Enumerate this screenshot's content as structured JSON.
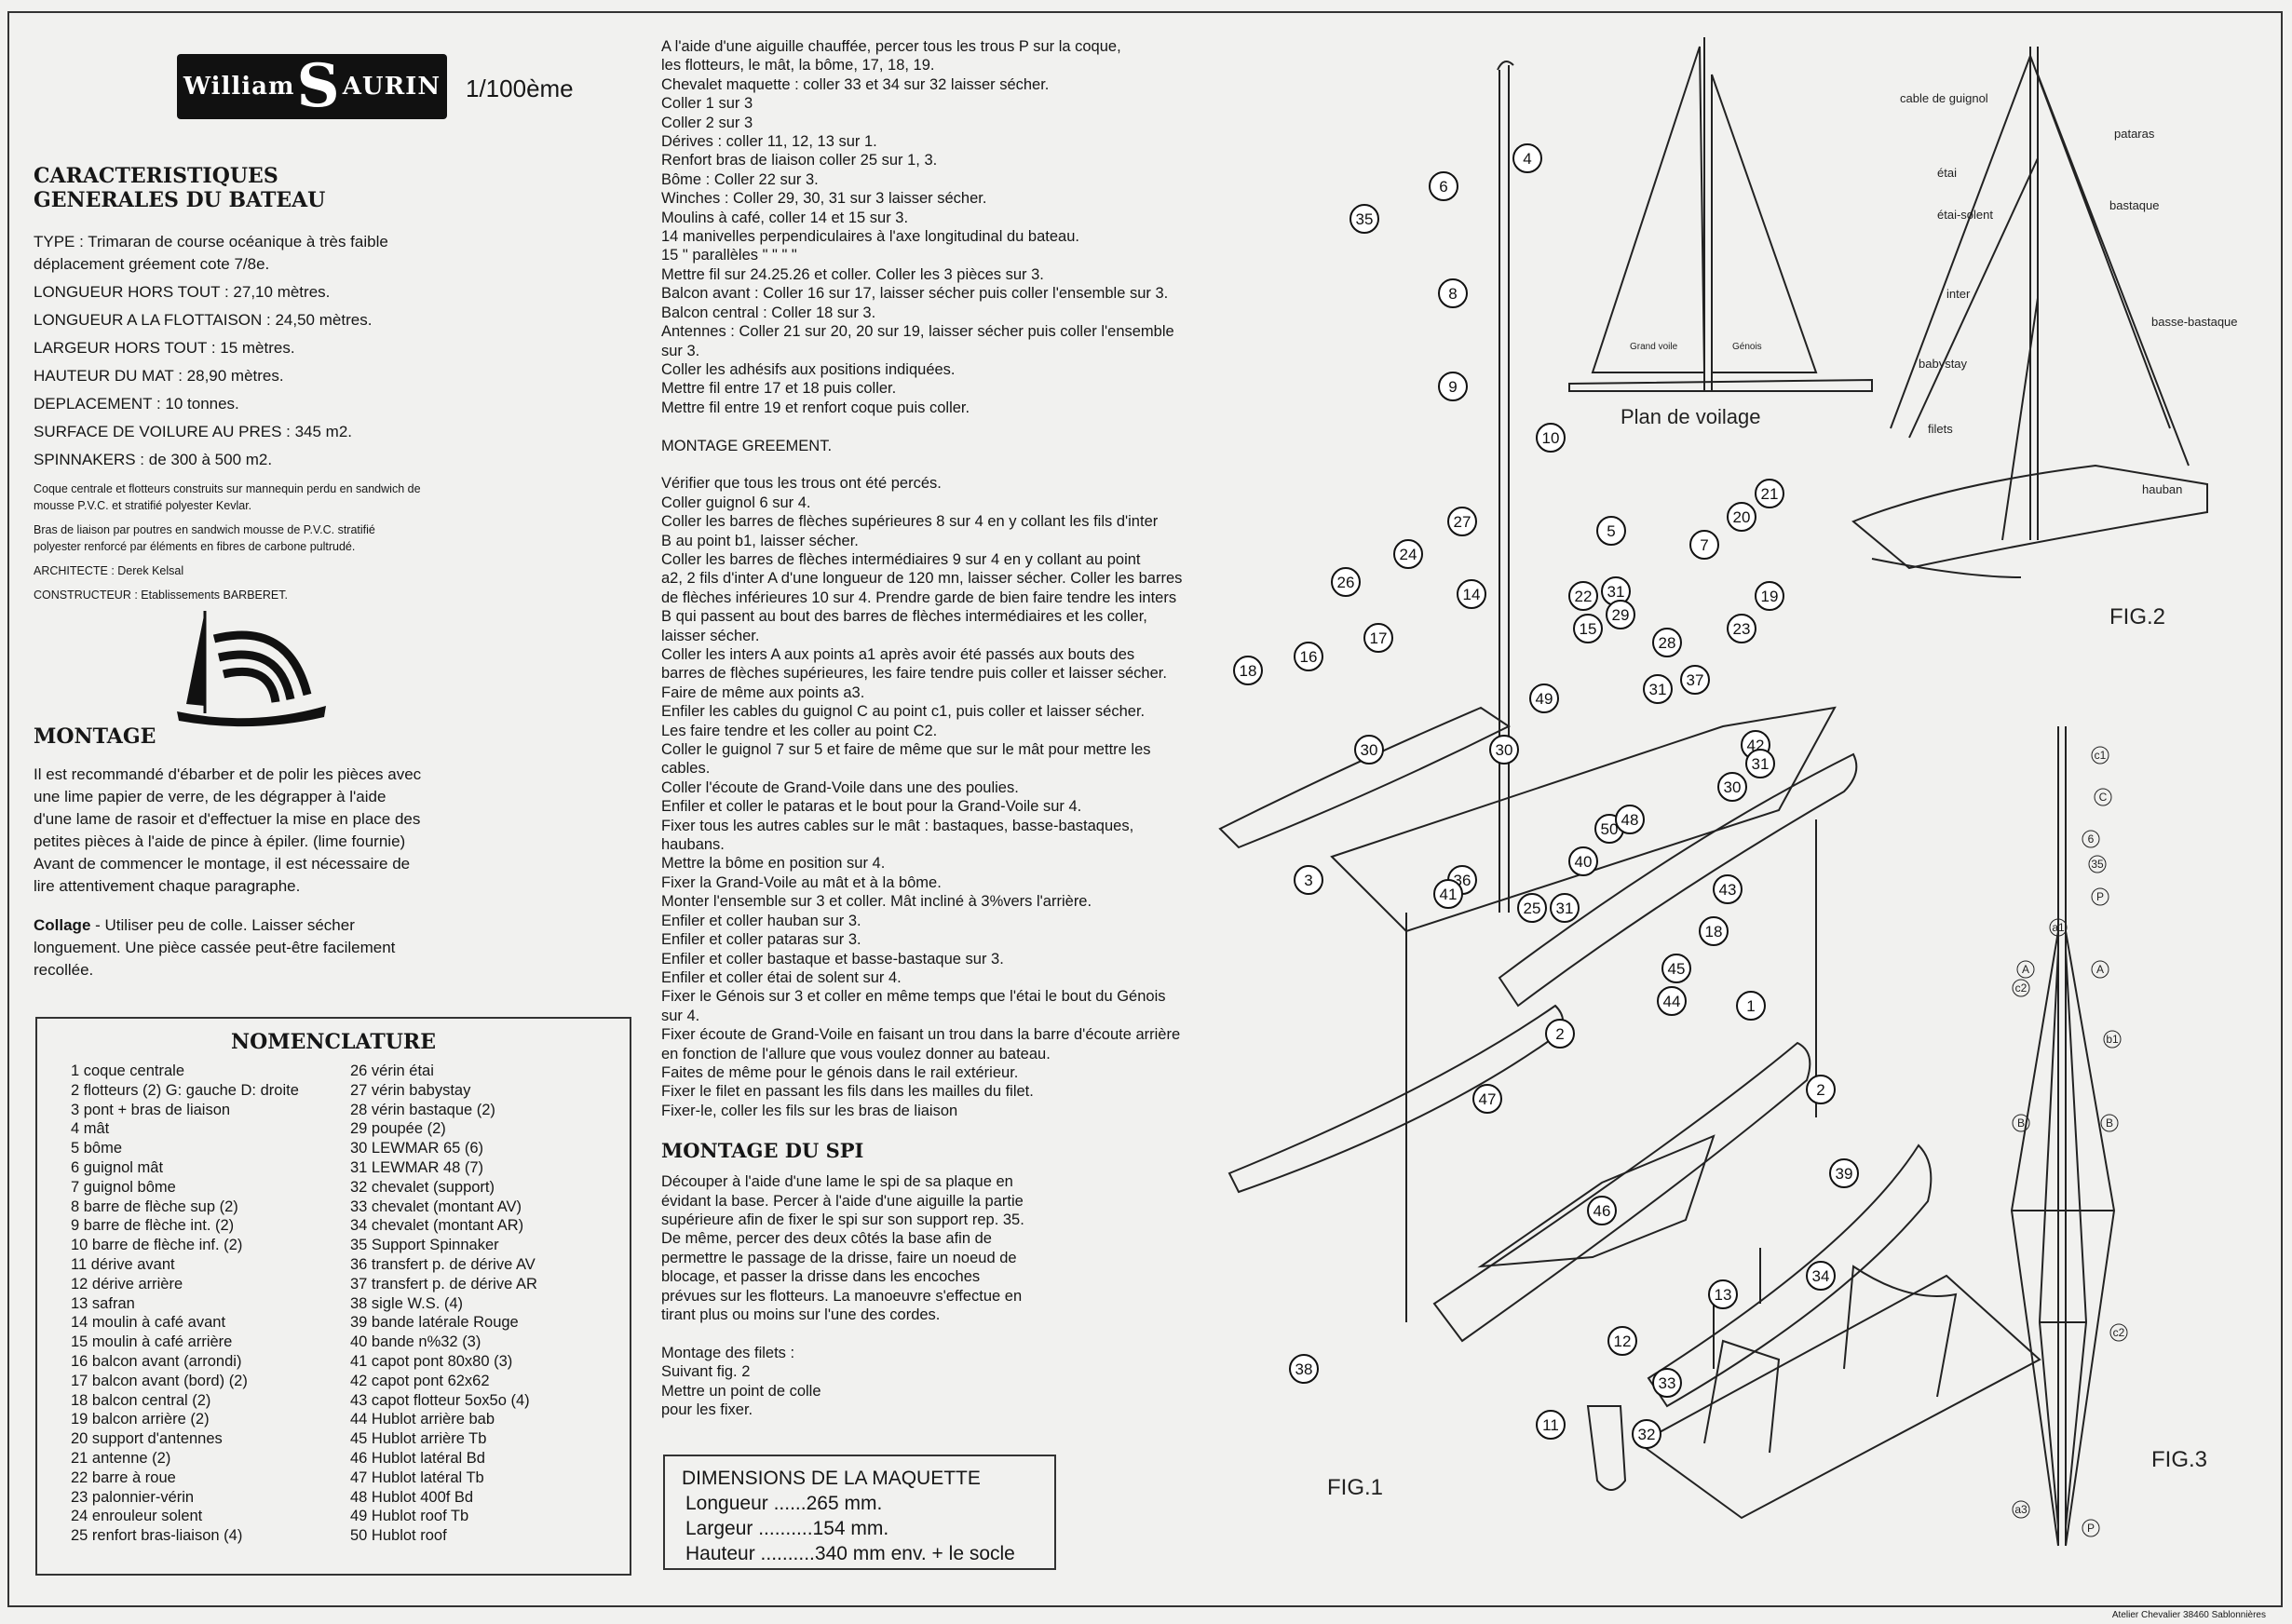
{
  "brand": {
    "left": "William",
    "big": "S",
    "right": "AURIN"
  },
  "scale": "1/100ème",
  "char_title_1": "CARACTERISTIQUES",
  "char_title_2": "GENERALES DU BATEAU",
  "chars": [
    "TYPE : Trimaran de course océanique à très faible déplacement gréement cote 7/8e.",
    "LONGUEUR HORS TOUT : 27,10 mètres.",
    "LONGUEUR A LA FLOTTAISON : 24,50 mètres.",
    "LARGEUR HORS TOUT : 15 mètres.",
    "HAUTEUR DU MAT : 28,90 mètres.",
    "DEPLACEMENT : 10 tonnes.",
    "SURFACE DE VOILURE AU PRES : 345 m2.",
    "SPINNAKERS : de 300 à 500 m2."
  ],
  "small_1": "Coque centrale et flotteurs construits sur mannequin perdu en sandwich de mousse P.V.C. et stratifié polyester Kevlar.",
  "small_2": "Bras de liaison par poutres en sandwich mousse de P.V.C. stratifié polyester renforcé par éléments en fibres de carbone pultrudé.",
  "architect": "ARCHITECTE : Derek Kelsal",
  "builder": "CONSTRUCTEUR : Etablissements BARBERET.",
  "montage_title": "MONTAGE",
  "montage_1": "Il est recommandé d'ébarber et de polir les pièces avec une lime papier de verre, de les dégrapper à l'aide d'une lame de rasoir et d'effectuer la mise en place des petites pièces à l'aide de pince à épiler. (lime fournie)",
  "montage_2": "Avant de commencer le montage, il est nécessaire de lire attentivement chaque paragraphe.",
  "collage_label": "Collage",
  "collage_text": " - Utiliser peu de colle. Laisser sécher longuement. Une pièce cassée peut-être facilement recollée.",
  "instructions": [
    "A l'aide d'une aiguille chauffée, percer tous les trous  P  sur la coque,",
    "les flotteurs, le mât, la bôme, 17, 18, 19.",
    "Chevalet maquette : coller 33 et 34 sur 32 laisser sécher.",
    "Coller 1 sur 3",
    "Coller 2 sur 3",
    "Dérives : coller 11, 12, 13 sur 1.",
    "Renfort bras de liaison coller 25 sur 1, 3.",
    "Bôme : Coller 22 sur 3.",
    "Winches : Coller 29, 30, 31 sur 3 laisser sécher.",
    "Moulins à café, coller 14 et 15 sur 3.",
    "          14 manivelles perpendiculaires à l'axe longitudinal du bateau.",
    "          15      \"          parallèles          \"          \"          \"          \"",
    "Mettre fil sur 24.25.26 et coller. Coller les 3 pièces sur 3.",
    "Balcon avant : Coller 16 sur 17, laisser sécher puis coller l'ensemble sur 3.",
    "Balcon central : Coller 18 sur 3.",
    "Antennes : Coller 21 sur 20, 20 sur 19, laisser sécher puis coller l'ensemble",
    "sur 3.",
    "Coller les  adhésifs  aux positions indiquées.",
    "Mettre fil entre 17 et 18 puis coller.",
    "Mettre fil entre 19 et renfort coque puis coller.",
    "",
    "MONTAGE GREEMENT.",
    "",
    "Vérifier que tous les trous ont été percés.",
    "Coller guignol 6 sur 4.",
    "Coller les barres de flèches supérieures 8 sur 4 en y collant les fils d'inter",
    "B au point b1, laisser sécher.",
    "Coller les barres de flèches intermédiaires 9 sur 4 en y collant au point",
    "a2, 2 fils d'inter A d'une longueur de 120 mn, laisser sécher. Coller les barres",
    "de flèches inférieures 10 sur 4. Prendre garde de bien faire tendre les inters",
    "B qui passent au bout des barres de flèches intermédiaires et les coller,",
    "laisser sécher.",
    "Coller les inters A aux points a1 après avoir été passés aux bouts des",
    "barres de flèches supérieures, les faire tendre puis coller et laisser sécher.",
    "Faire de même aux points a3.",
    "Enfiler les cables du guignol C au point c1, puis coller et laisser sécher.",
    "Les faire tendre et les coller au point C2.",
    "Coller le guignol 7 sur 5 et faire de même que sur le mât pour mettre les",
    "cables.",
    "Coller l'écoute de Grand-Voile dans une des poulies.",
    "Enfiler et coller le pataras et le bout pour la Grand-Voile sur 4.",
    "Fixer tous les autres cables sur le mât : bastaques, basse-bastaques,",
    "haubans.",
    "Mettre la bôme en position sur 4.",
    "Fixer la Grand-Voile au mât et à la bôme.",
    "Monter l'ensemble sur 3 et coller. Mât incliné à 3%vers l'arrière.",
    "Enfiler et coller hauban sur 3.",
    "Enfiler et coller pataras sur 3.",
    "Enfiler et coller bastaque et basse-bastaque sur 3.",
    "Enfiler et coller étai de solent sur 4.",
    "Fixer le Génois sur 3 et coller en même temps que l'étai le bout du Génois",
    "sur 4.",
    "Fixer écoute de Grand-Voile en faisant un trou dans la barre d'écoute arrière",
    "en fonction de l'allure que vous voulez donner au bateau.",
    "Faites de même pour le génois dans le rail extérieur.",
    "Fixer le filet en passant les fils dans les mailles du filet.",
    "Fixer-le, coller les fils sur les bras de liaison"
  ],
  "spi_title": "MONTAGE DU SPI",
  "spi_lines": [
    "Découper à l'aide d'une lame le spi de sa plaque en",
    "évidant la base. Percer à l'aide d'une aiguille la partie",
    "supérieure afin de fixer le spi sur son support rep. 35.",
    "De même, percer des deux côtés la base afin de",
    "permettre le passage de la drisse, faire un noeud de",
    "blocage, et passer la drisse dans les encoches",
    "prévues sur les flotteurs. La manoeuvre s'effectue en",
    "tirant plus ou moins sur l'une des cordes.",
    "",
    "Montage des filets :",
    "Suivant fig. 2",
    "Mettre un point de colle",
    "pour les fixer."
  ],
  "nomenclature_title": "NOMENCLATURE",
  "nomenclature_left": [
    "1  coque centrale",
    "2  flotteurs (2) G: gauche  D: droite",
    "3  pont + bras de liaison",
    "4  mât",
    "5  bôme",
    "6  guignol mât",
    "7  guignol bôme",
    "8  barre de flèche sup  (2)",
    "9  barre de flèche int.  (2)",
    "10  barre de flèche inf.  (2)",
    "11  dérive avant",
    "12  dérive arrière",
    "13  safran",
    "14  moulin à café avant",
    "15  moulin à café arrière",
    "16  balcon avant (arrondi)",
    "17  balcon avant (bord) (2)",
    "18  balcon central (2)",
    "19  balcon arrière (2)",
    "20  support d'antennes",
    "21  antenne (2)",
    "22  barre à roue",
    "23  palonnier-vérin",
    "24  enrouleur solent",
    "25  renfort bras-liaison (4)"
  ],
  "nomenclature_right": [
    "26  vérin étai",
    "27  vérin babystay",
    "28  vérin bastaque (2)",
    "29  poupée (2)",
    "30  LEWMAR 65 (6)",
    "31  LEWMAR 48 (7)",
    "32  chevalet (support)",
    "33  chevalet (montant AV)",
    "34  chevalet (montant AR)",
    "35  Support Spinnaker",
    "36  transfert p. de dérive AV",
    "37  transfert p. de dérive AR",
    "38  sigle W.S. (4)",
    "39  bande latérale Rouge",
    "40  bande n%32 (3)",
    "41  capot pont 80x80 (3)",
    "42  capot pont 62x62",
    "43  capot flotteur 5ox5o (4)",
    "44  Hublot arrière bab",
    "45  Hublot arrière Tb",
    "46  Hublot latéral Bd",
    "47  Hublot latéral Tb",
    "48  Hublot 400f Bd",
    "49  Hublot roof Tb",
    "50  Hublot roof"
  ],
  "dims_title": "DIMENSIONS DE LA MAQUETTE",
  "dims": [
    "Longueur ......265 mm.",
    "Largeur ..........154 mm.",
    "Hauteur ..........340 mm env. + le socle"
  ],
  "plan_title": "Plan de voilage",
  "sail_main": "Grand voile",
  "sail_genois": "Génois",
  "fig1": "FIG.1",
  "fig2": "FIG.2",
  "fig3": "FIG.3",
  "fig2_labels": [
    "cable de guignol",
    "pataras",
    "étai",
    "bastaque",
    "étai-solent",
    "inter",
    "basse-bastaque",
    "babystay",
    "filets",
    "hauban"
  ],
  "fig3_labels": [
    "c1",
    "C",
    "6",
    "35",
    "P",
    "a1",
    "A",
    "A",
    "c2",
    "b1",
    "B",
    "B",
    "c2",
    "a3",
    "P"
  ],
  "callouts": [
    "4",
    "6",
    "35",
    "8",
    "9",
    "10",
    "5",
    "7",
    "21",
    "20",
    "19",
    "23",
    "27",
    "24",
    "26",
    "16",
    "17",
    "18",
    "14",
    "22",
    "31",
    "15",
    "29",
    "28",
    "49",
    "31",
    "37",
    "30",
    "30",
    "42",
    "31",
    "30",
    "50",
    "48",
    "40",
    "36",
    "41",
    "25",
    "31",
    "43",
    "18",
    "3",
    "45",
    "44",
    "1",
    "2",
    "47",
    "46",
    "2",
    "39",
    "13",
    "34",
    "12",
    "38",
    "33",
    "32",
    "11"
  ],
  "credit": "Atelier Chevalier 38460 Sablonnières"
}
